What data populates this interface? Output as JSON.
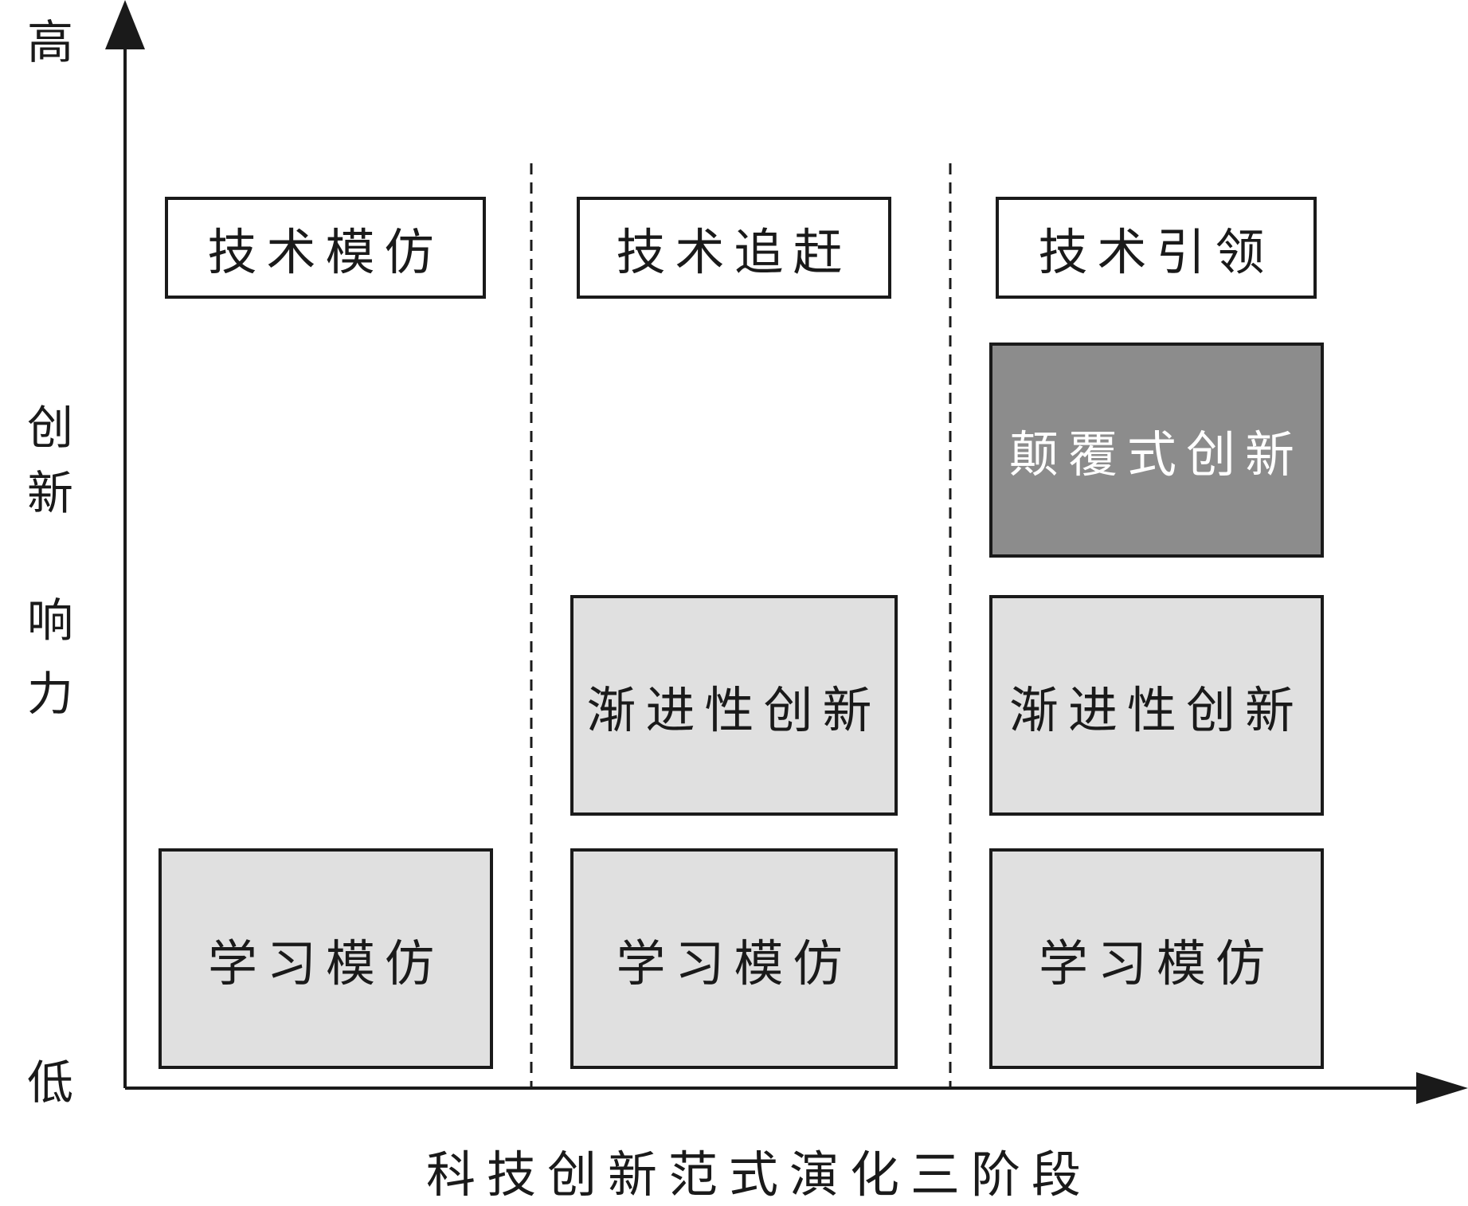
{
  "y_axis": {
    "high": "高",
    "title_chars": [
      "创",
      "新",
      "响",
      "力"
    ],
    "low": "低"
  },
  "x_axis": {
    "title": "科技创新范式演化三阶段"
  },
  "stages": [
    {
      "label": "技术模仿",
      "blocks": [
        {
          "label": "学习模仿",
          "shade": "light"
        }
      ]
    },
    {
      "label": "技术追赶",
      "blocks": [
        {
          "label": "学习模仿",
          "shade": "light"
        },
        {
          "label": "渐进性创新",
          "shade": "light"
        }
      ]
    },
    {
      "label": "技术引领",
      "blocks": [
        {
          "label": "学习模仿",
          "shade": "light"
        },
        {
          "label": "渐进性创新",
          "shade": "light"
        },
        {
          "label": "颠覆式创新",
          "shade": "dark"
        }
      ]
    }
  ],
  "colors": {
    "light_block": "#e0e0e0",
    "dark_block": "#8c8c8c",
    "line": "#1a1a1a"
  }
}
